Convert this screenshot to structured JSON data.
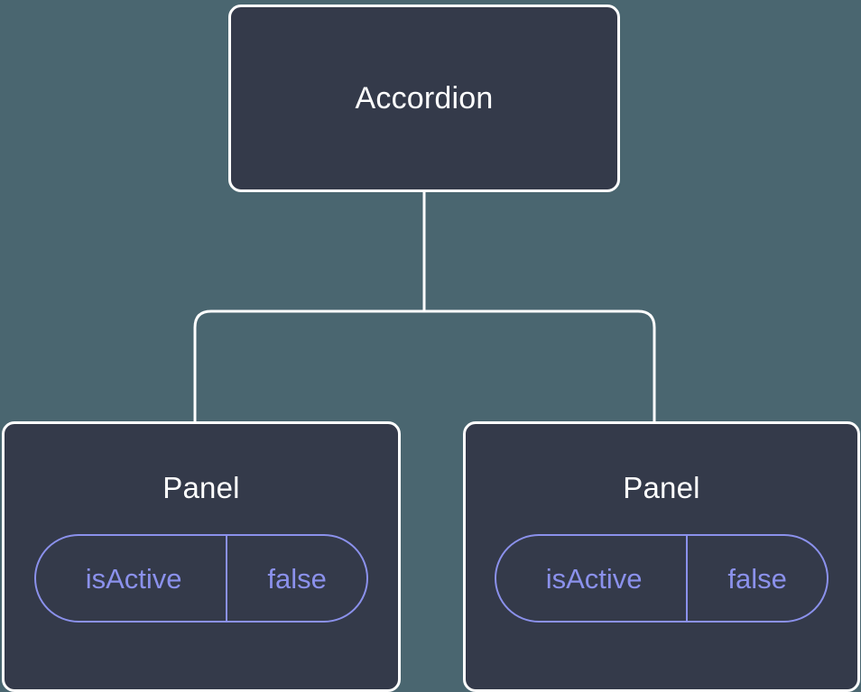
{
  "canvas": {
    "background_color": "#4a6670",
    "node_fill_color": "#343a4a",
    "node_border_color": "#ffffff",
    "accent_color": "#8b91ec",
    "edge_color": "#ffffff"
  },
  "tree": {
    "root": {
      "title": "Accordion"
    },
    "children": [
      {
        "title": "Panel",
        "state": {
          "key": "isActive",
          "value": "false"
        }
      },
      {
        "title": "Panel",
        "state": {
          "key": "isActive",
          "value": "false"
        }
      }
    ]
  }
}
